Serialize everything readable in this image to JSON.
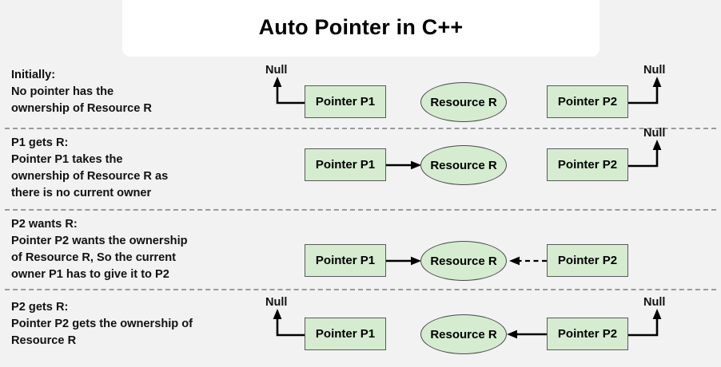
{
  "title": "Auto Pointer in C++",
  "colors": {
    "background": "#f2f2f2",
    "title_card": "#ffffff",
    "node_fill": "#d5ecd0",
    "node_stroke": "#5a5a5a",
    "arrow": "#000000",
    "divider": "#9a9a9a"
  },
  "labels": {
    "pointer_p1": "Pointer P1",
    "pointer_p2": "Pointer P2",
    "resource_r": "Resource R",
    "null": "Null"
  },
  "rows": [
    {
      "heading": "Initially:",
      "description": "Initially:\nNo pointer has the\nownership of Resource R",
      "p1": "Pointer P1",
      "p2": "Pointer P2",
      "resource": "Resource R",
      "null_left": "Null",
      "null_right": "Null",
      "p1_to_r": "none",
      "p2_to_r": "none"
    },
    {
      "heading": "P1 gets R:",
      "description": "P1 gets R:\nPointer P1 takes the\nownership of Resource R as\nthere is no current owner",
      "p1": "Pointer P1",
      "p2": "Pointer P2",
      "resource": "Resource R",
      "null_left": "",
      "null_right": "Null",
      "p1_to_r": "solid",
      "p2_to_r": "none"
    },
    {
      "heading": "P2 wants R:",
      "description": "P2 wants R:\nPointer P2 wants the ownership\nof Resource R, So the current\nowner P1 has to give it to P2",
      "p1": "Pointer P1",
      "p2": "Pointer P2",
      "resource": "Resource R",
      "null_left": "",
      "null_right": "",
      "p1_to_r": "solid",
      "p2_to_r": "dashed"
    },
    {
      "heading": "P2 gets R:",
      "description": "P2 gets R:\nPointer P2 gets the ownership of\nResource R",
      "p1": "Pointer P1",
      "p2": "Pointer P2",
      "resource": "Resource R",
      "null_left": "Null",
      "null_right": "Null",
      "p1_to_r": "none",
      "p2_to_r": "solid-left"
    }
  ]
}
